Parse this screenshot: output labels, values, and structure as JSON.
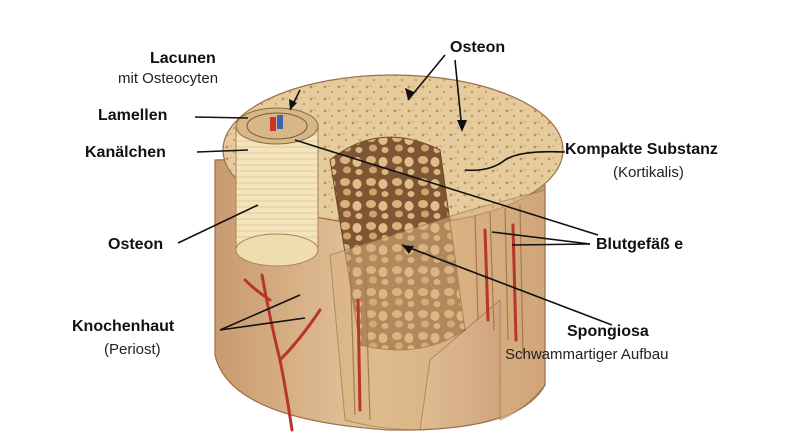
{
  "labels": {
    "lacunen": "Lacunen",
    "lacunen_sub": "mit Osteocyten",
    "lamellen": "Lamellen",
    "kanaelchen": "Kanälchen",
    "osteon_left": "Osteon",
    "knochenhaut": "Knochenhaut",
    "knochenhaut_sub": "(Periost)",
    "osteon_top": "Osteon",
    "kompakte": "Kompakte Substanz",
    "kompakte_sub": "(Kortikalis)",
    "blutgefaesse": "Blutgefäß e",
    "spongiosa": "Spongiosa",
    "spongiosa_sub": "Schwammartiger Aufbau"
  },
  "colors": {
    "bone": "#e8cfa2",
    "bone_dark": "#c9a16f",
    "osteon": "#f4e6c0",
    "vessel": "#b8352c",
    "spongy": "#b58a59"
  }
}
